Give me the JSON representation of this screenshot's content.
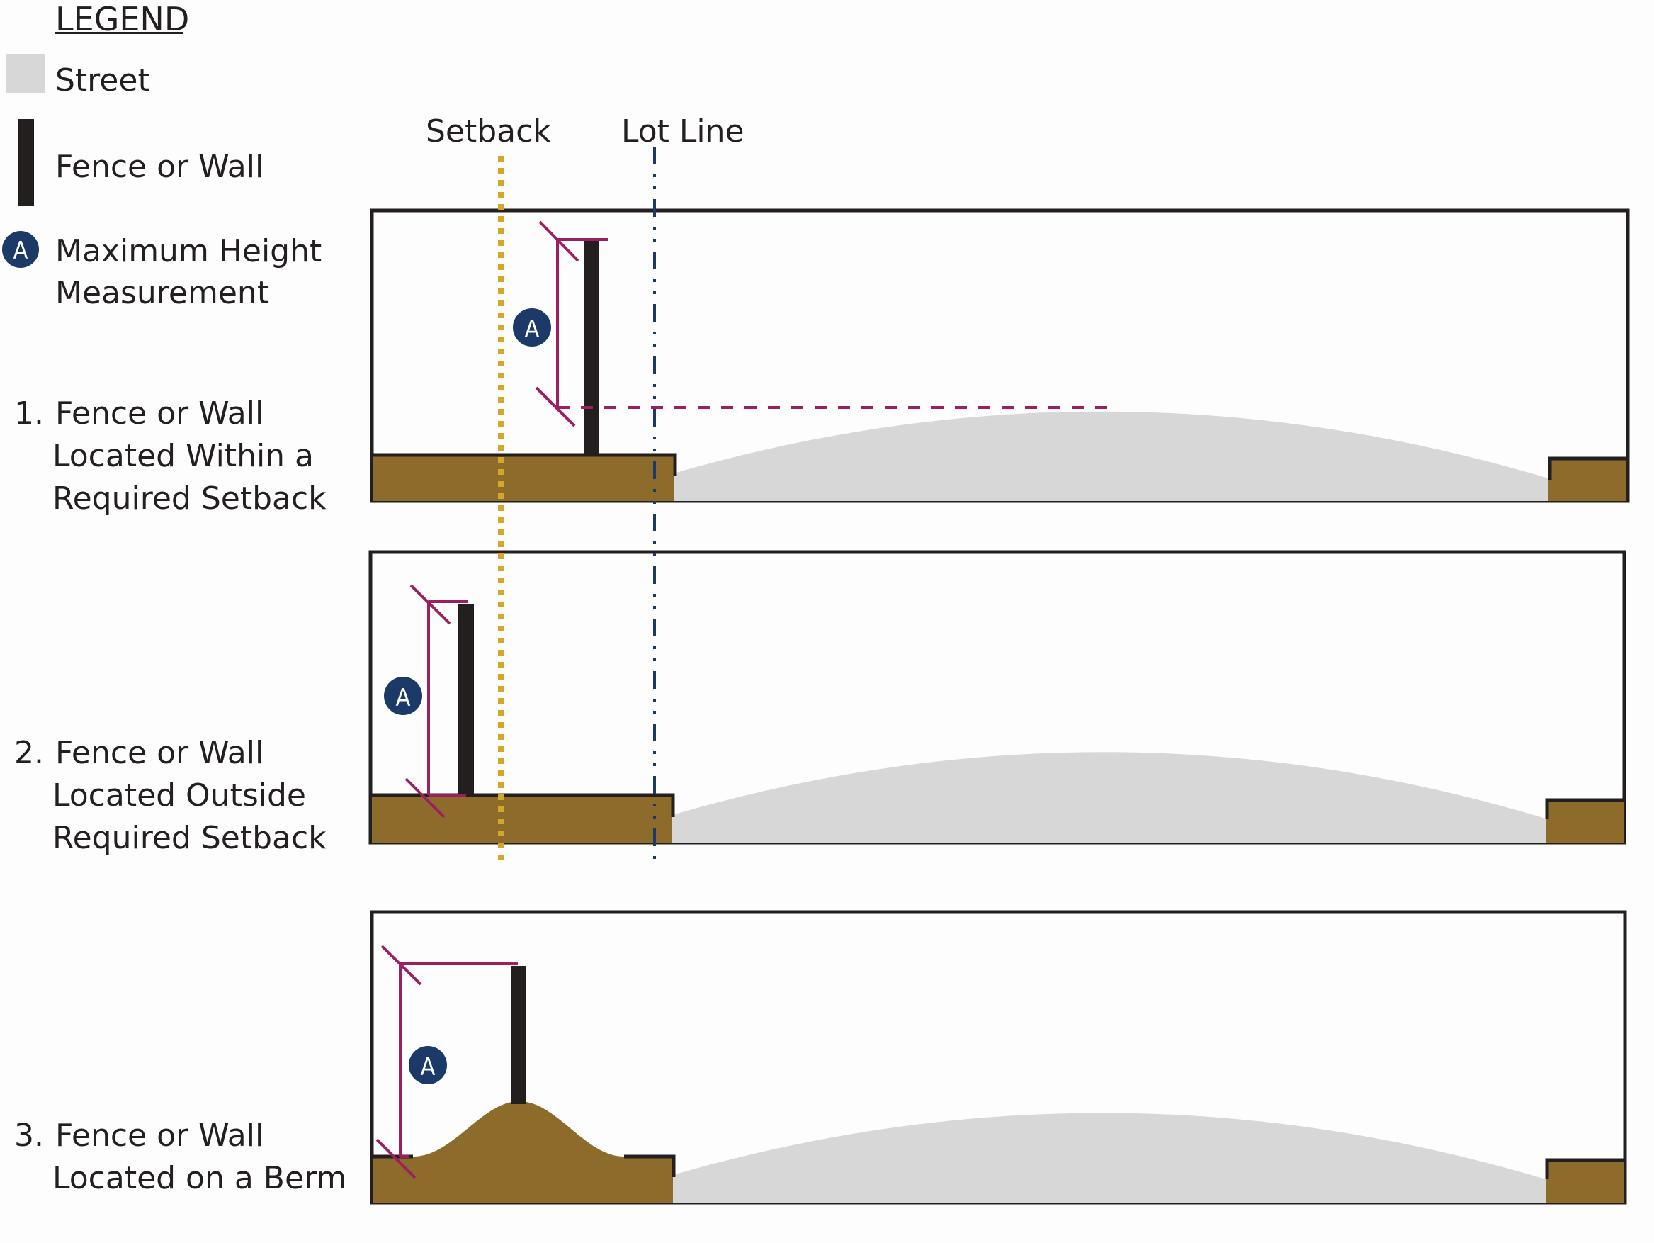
{
  "legend": {
    "title": "LEGEND",
    "items": [
      {
        "key": "street",
        "label": "Street"
      },
      {
        "key": "fence",
        "label": "Fence or Wall"
      },
      {
        "key": "measurement",
        "label_lines": [
          "Maximum Height",
          "Measurement"
        ],
        "badge": "A"
      }
    ]
  },
  "reference_lines": {
    "setback": "Setback",
    "lot_line": "Lot Line"
  },
  "panels": [
    {
      "number": "1.",
      "label_lines": [
        "Fence or Wall",
        "Located Within a",
        "Required Setback"
      ],
      "badge": "A"
    },
    {
      "number": "2.",
      "label_lines": [
        "Fence or Wall",
        "Located Outside",
        "Required Setback"
      ],
      "badge": "A"
    },
    {
      "number": "3.",
      "label_lines": [
        "Fence or Wall",
        "Located on a Berm"
      ],
      "badge": "A"
    }
  ],
  "colors": {
    "street": "#d7d7d7",
    "ground": "#8d6b2b",
    "fence": "#221f1e",
    "measurement": "#9c1f62",
    "badge": "#1b3a68",
    "setback_line": "#d4a62a",
    "lot_line": "#1b3a68",
    "border": "#231f20"
  }
}
